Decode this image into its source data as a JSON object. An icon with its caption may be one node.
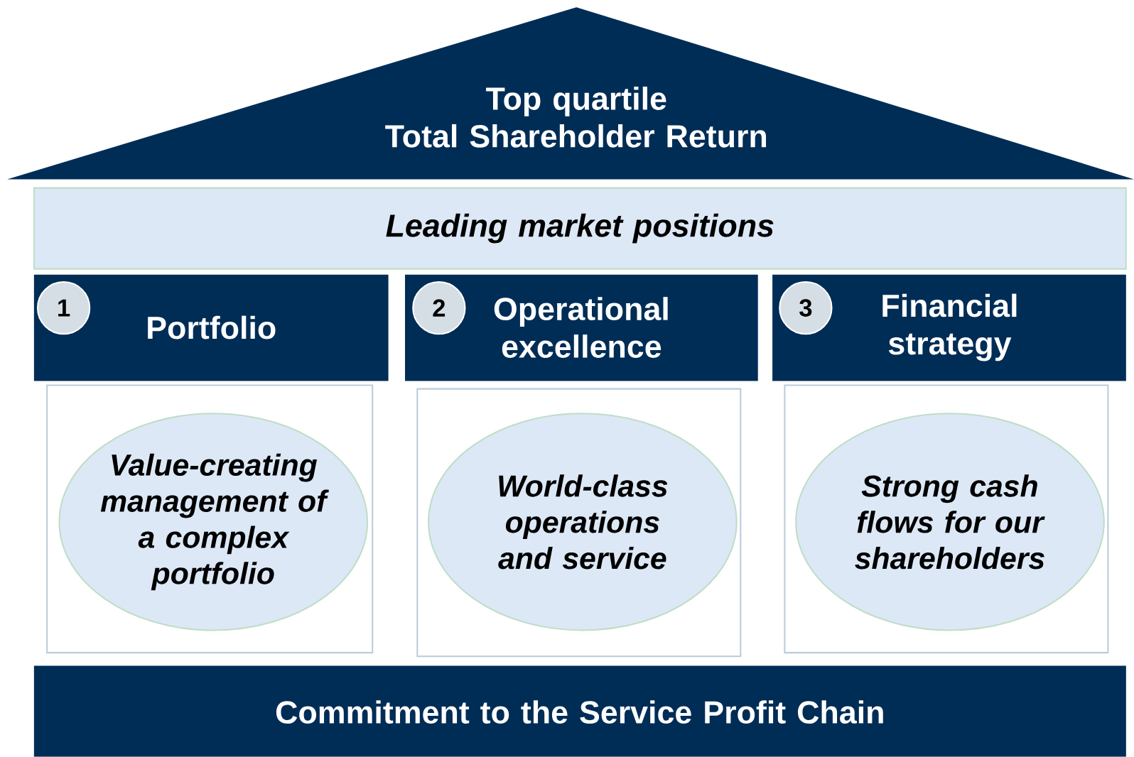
{
  "diagram": {
    "nodes": [
      {
        "text": [
          "Top quartile",
          "Total Shareholder Return"
        ]
      },
      {
        "text": [
          "Leading market positions"
        ]
      },
      {
        "text": [
          "Portfolio"
        ]
      },
      {
        "text": [
          "1"
        ],
        "in": 2
      },
      {
        "text": [
          "Operational excellence"
        ]
      },
      {
        "text": [
          "2"
        ],
        "in": 4
      },
      {
        "text": [
          "Financial strategy"
        ]
      },
      {
        "text": [
          "3"
        ],
        "in": 6
      },
      {
        "text": [],
        "shape": "box"
      },
      {
        "text": [
          "Value-creating management of a complex portfolio"
        ],
        "in": 8
      },
      {
        "text": [],
        "shape": "box"
      },
      {
        "text": [
          "World-class operations and service"
        ],
        "in": 10
      },
      {
        "text": [],
        "shape": "box"
      },
      {
        "text": [
          "Strong cash flows for our shareholders"
        ],
        "in": 12
      },
      {
        "text": [
          "Commitment to the Service Profit Chain"
        ]
      }
    ]
  }
}
